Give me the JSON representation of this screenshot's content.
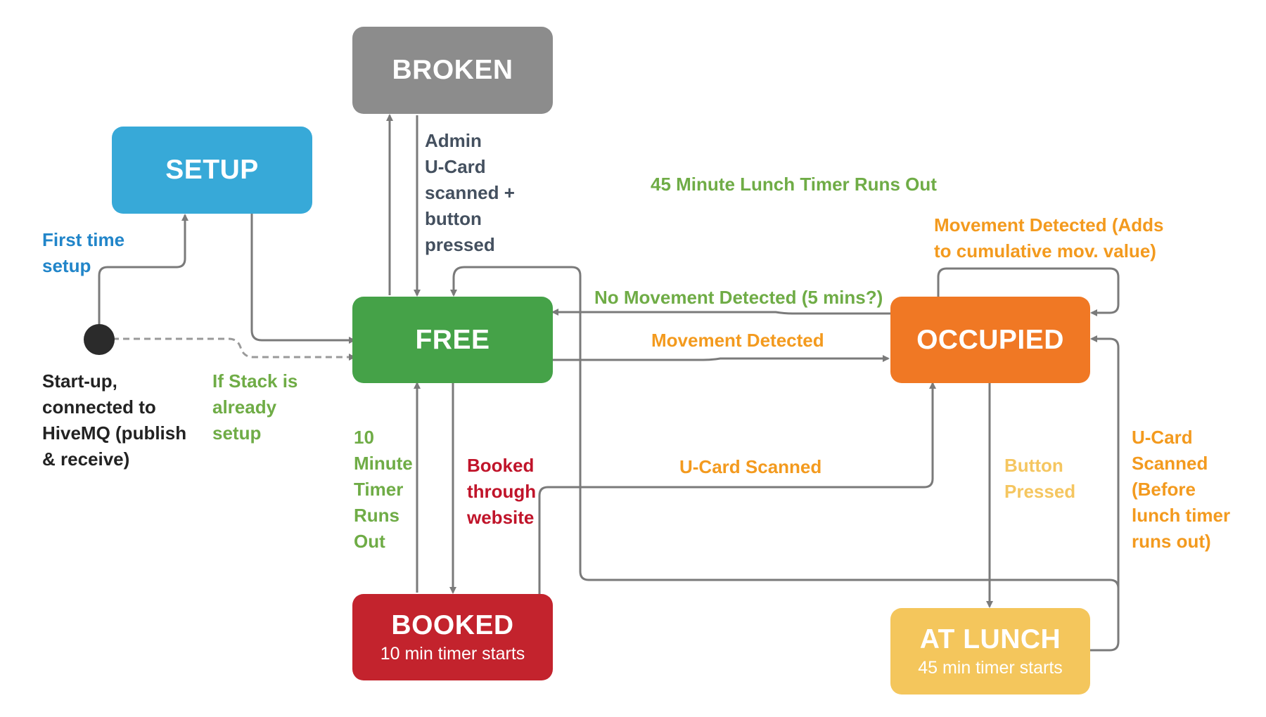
{
  "colors": {
    "setup": "#37a9d8",
    "broken": "#8c8c8c",
    "free": "#45a248",
    "occupied": "#f07824",
    "booked": "#c3232d",
    "at_lunch": "#f4c65c",
    "edge": "#7a7a7a",
    "start_dot": "#2b2b2b"
  },
  "states": {
    "setup": {
      "title": "SETUP"
    },
    "broken": {
      "title": "BROKEN"
    },
    "free": {
      "title": "FREE"
    },
    "occupied": {
      "title": "OCCUPIED"
    },
    "booked": {
      "title": "BOOKED",
      "sub": "10 min timer starts"
    },
    "at_lunch": {
      "title": "AT LUNCH",
      "sub": "45 min timer starts"
    }
  },
  "transitions": {
    "first_time_setup": [
      "First time",
      "setup"
    ],
    "startup": [
      "Start-up,",
      "connected to",
      "HiveMQ (publish",
      "& receive)"
    ],
    "stack_already_setup": [
      "If Stack is",
      "already",
      "setup"
    ],
    "admin_reset": [
      "Admin",
      "U-Card",
      "scanned +",
      "button",
      "pressed"
    ],
    "lunch_timer_out": "45 Minute Lunch Timer Runs Out",
    "movement_cumulative": [
      "Movement Detected (Adds",
      "to cumulative mov. value)"
    ],
    "no_movement": "No Movement Detected (5 mins?)",
    "movement_detected": "Movement Detected",
    "booking_timer_out": [
      "10",
      "Minute",
      "Timer",
      "Runs",
      "Out"
    ],
    "booked_website": [
      "Booked",
      "through",
      "website"
    ],
    "ucard_scanned": "U-Card Scanned",
    "button_pressed": [
      "Button",
      "Pressed"
    ],
    "ucard_before_lunch_out": [
      "U-Card",
      "Scanned",
      "(Before",
      "lunch timer",
      "runs out)"
    ]
  }
}
